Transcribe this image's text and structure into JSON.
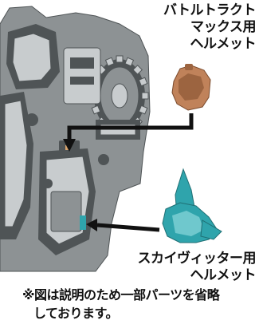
{
  "callouts": {
    "battle_tractmax": [
      "バトルトラクト",
      "マックス用",
      "ヘルメット"
    ],
    "skyvitter": [
      "スカイヴィッター用",
      "ヘルメット"
    ]
  },
  "footnote": [
    "※図は説明のため一部パーツを省略",
    "しております。"
  ],
  "colors": {
    "robot_body": "#8d9294",
    "robot_dark": "#4f5456",
    "robot_light": "#c8ccce",
    "battle_helmet": "#c0825a",
    "skyvitter_helmet": "#2fa4ac",
    "arrow": "#111111"
  }
}
